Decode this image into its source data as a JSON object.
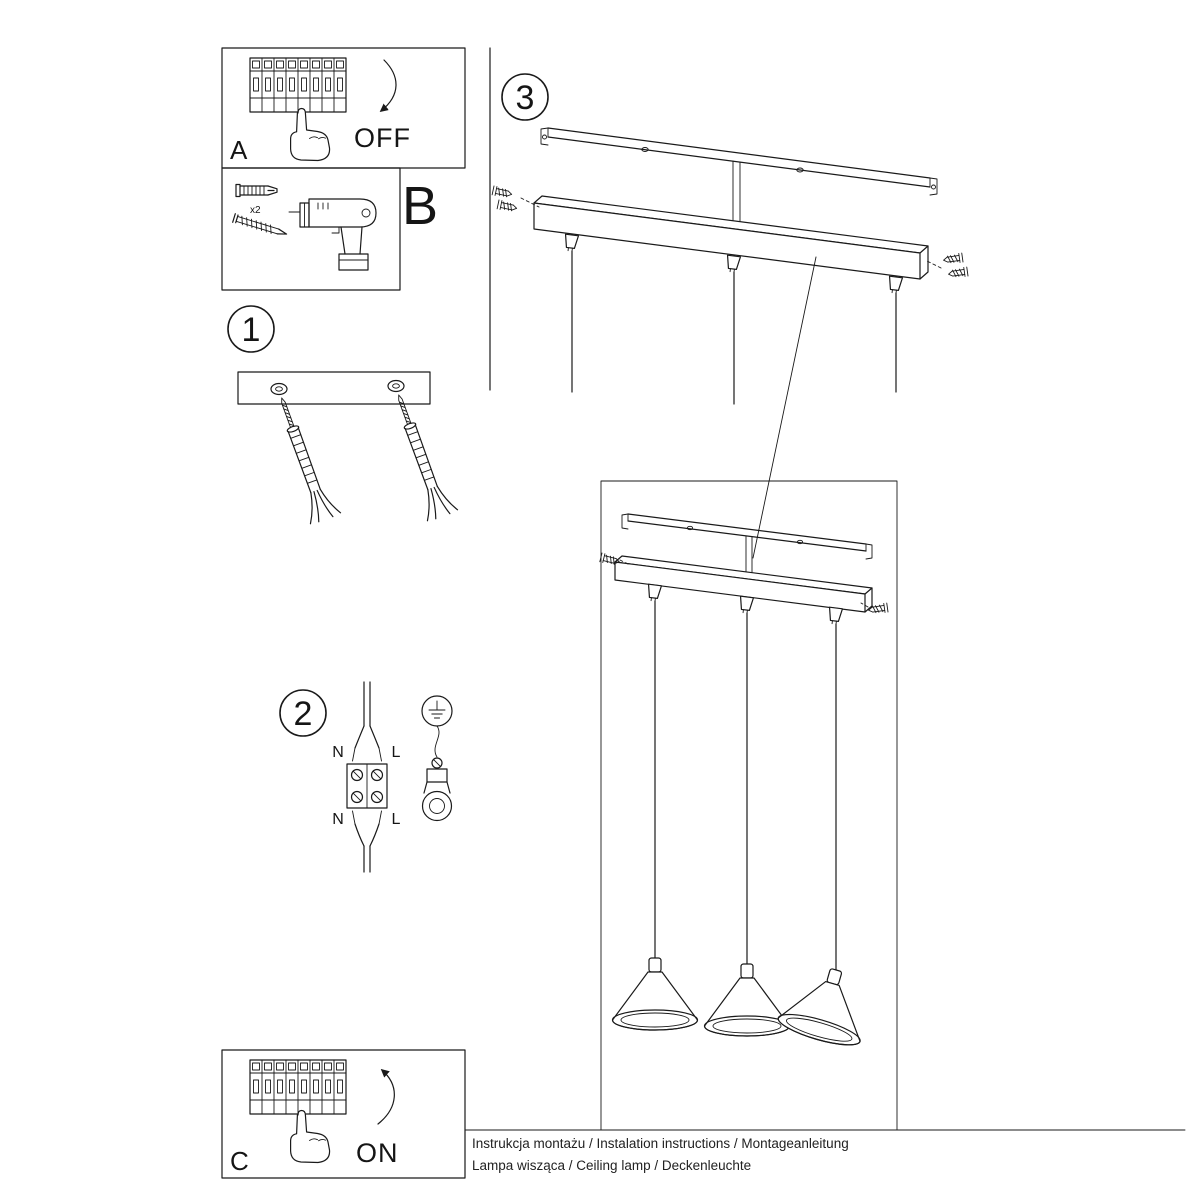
{
  "doc": {
    "footer_line1": "Instrukcja montażu / Instalation instructions / Montageanleitung",
    "footer_line2": "Lampa wisząca / Ceiling lamp / Deckenleuchte"
  },
  "panel_a": {
    "label": "A",
    "switch_state": "OFF"
  },
  "panel_b": {
    "label": "B",
    "anchor_qty": "x2"
  },
  "panel_c": {
    "label": "C",
    "switch_state": "ON"
  },
  "step1": {
    "number": "1"
  },
  "step2": {
    "number": "2",
    "wire_labels": {
      "top_left": "N",
      "top_right": "L",
      "bottom_left": "N",
      "bottom_right": "L"
    }
  },
  "step3": {
    "number": "3"
  },
  "colors": {
    "line": "#1a1a1a",
    "background": "#ffffff"
  }
}
